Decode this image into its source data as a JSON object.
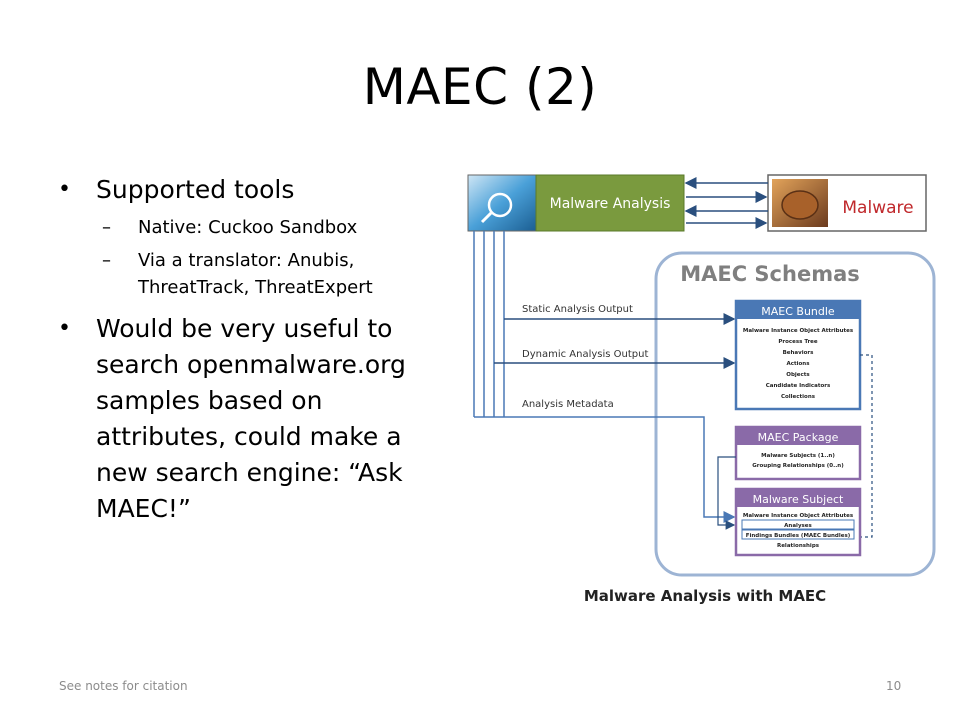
{
  "slide": {
    "title": "MAEC (2)",
    "bullets": [
      {
        "text": "Supported tools",
        "sub": [
          "Native: Cuckoo Sandbox",
          "Via a translator: Anubis, ThreatTrack, ThreatExpert"
        ]
      },
      {
        "text": "Would be very useful to search openmalware.org samples based on attributes, could make a new search engine: “Ask MAEC!”",
        "sub": []
      }
    ],
    "footer_left": "See notes for citation",
    "page_number": "10"
  },
  "diagram": {
    "malware_analysis": "Malware Analysis",
    "malware": "Malware",
    "schemas_title": "MAEC Schemas",
    "static_output": "Static Analysis Output",
    "dynamic_output": "Dynamic Analysis Output",
    "metadata": "Analysis Metadata",
    "bundle": {
      "title": "MAEC Bundle",
      "items": [
        "Malware Instance Object Attributes",
        "Process Tree",
        "Behaviors",
        "Actions",
        "Objects",
        "Candidate Indicators",
        "Collections"
      ]
    },
    "package": {
      "title": "MAEC Package",
      "items": [
        "Malware Subjects (1..n)",
        "Grouping Relationships (0..n)"
      ]
    },
    "subject": {
      "title": "Malware Subject",
      "items": [
        "Malware Instance Object Attributes",
        "Analyses",
        "Findings Bundles (MAEC Bundles)",
        "Relationships"
      ]
    },
    "caption": "Malware Analysis with MAEC",
    "colors": {
      "green_box": "#7a9a3e",
      "blue_box": "#4a78b5",
      "purple_box": "#8a6aa8",
      "arrow": "#4a78b5",
      "malware_text": "#c0282b"
    }
  }
}
